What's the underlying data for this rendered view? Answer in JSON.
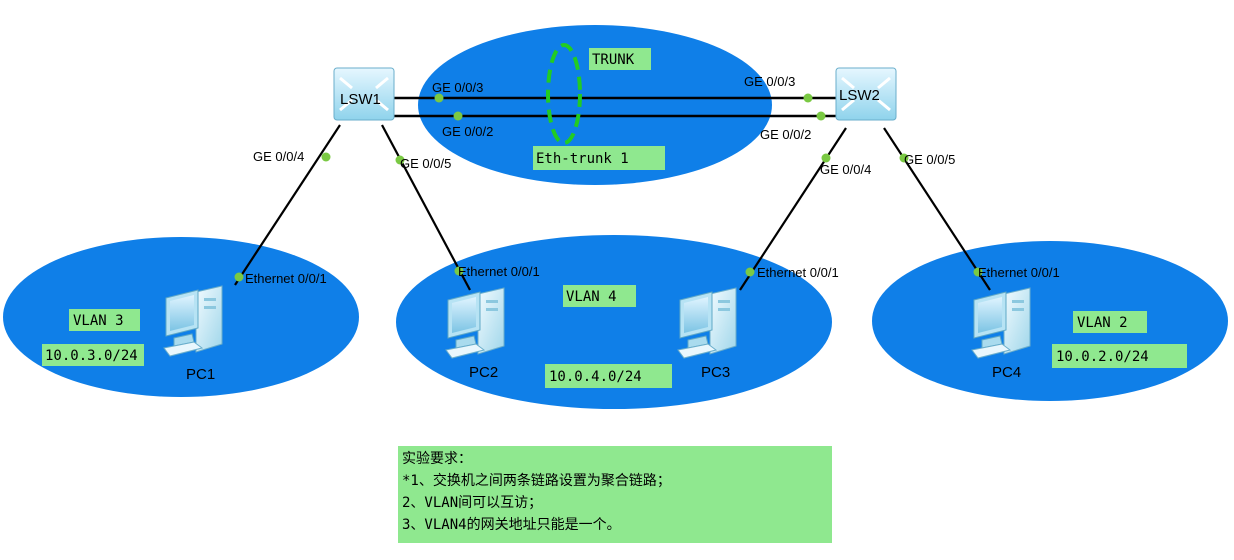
{
  "devices": {
    "lsw1": "LSW1",
    "lsw2": "LSW2",
    "pc1": "PC1",
    "pc2": "PC2",
    "pc3": "PC3",
    "pc4": "PC4"
  },
  "ports": {
    "lsw1_ge003": "GE 0/0/3",
    "lsw1_ge002": "GE 0/0/2",
    "lsw1_ge004": "GE 0/0/4",
    "lsw1_ge005": "GE 0/0/5",
    "lsw2_ge003": "GE 0/0/3",
    "lsw2_ge002": "GE 0/0/2",
    "lsw2_ge004": "GE 0/0/4",
    "lsw2_ge005": "GE 0/0/5",
    "pc1_eth": "Ethernet 0/0/1",
    "pc2_eth": "Ethernet 0/0/1",
    "pc3_eth": "Ethernet 0/0/1",
    "pc4_eth": "Ethernet 0/0/1"
  },
  "labels": {
    "trunk": "TRUNK",
    "eth_trunk": "Eth-trunk 1",
    "vlan3": "VLAN 3",
    "net3": "10.0.3.0/24",
    "vlan4": "VLAN 4",
    "net4": "10.0.4.0/24",
    "vlan2": "VLAN 2",
    "net2": "10.0.2.0/24"
  },
  "notes": {
    "title": "实验要求：",
    "line1": "*1、交换机之间两条链路设置为聚合链路；",
    "line2": "2、VLAN间可以互访；",
    "line3": "3、VLAN4的网关地址只能是一个。"
  },
  "colors": {
    "zone": "#0f7fe8",
    "label_bg": "#8fe88f",
    "port_dot": "#7ac943",
    "trunk_ring": "#22cc22"
  }
}
